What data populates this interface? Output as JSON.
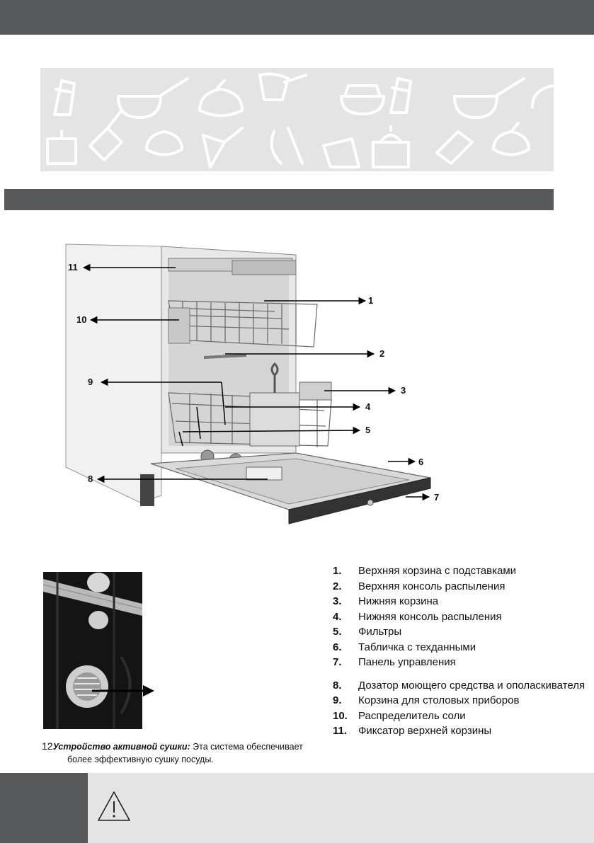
{
  "diagram": {
    "callouts": [
      "1",
      "2",
      "3",
      "4",
      "5",
      "6",
      "7",
      "8",
      "9",
      "10",
      "11"
    ]
  },
  "legend": [
    {
      "num": "1.",
      "text": "Верхняя корзина с подставками"
    },
    {
      "num": "2.",
      "text": "Верхняя консоль распыления"
    },
    {
      "num": "3.",
      "text": "Нижняя корзина"
    },
    {
      "num": "4.",
      "text": "Нижняя консоль распыления"
    },
    {
      "num": "5.",
      "text": "Фильтры"
    },
    {
      "num": "6.",
      "text": "Табличка с техданными"
    },
    {
      "num": "7.",
      "text": "Панель управления"
    },
    {
      "num": "8.",
      "text": "Дозатор моющего средства и ополаскивателя"
    },
    {
      "num": "9.",
      "text": "Корзина для столовых приборов"
    },
    {
      "num": "10.",
      "text": "Распределитель соли"
    },
    {
      "num": "11.",
      "text": "Фиксатор верхней корзины"
    }
  ],
  "caption": {
    "num": "12",
    "term": "Устройство активной сушки:",
    "text": " Эта система обеспечивает",
    "text2": "более эффективную сушку посуды."
  },
  "colors": {
    "bar": "#58595b",
    "band": "#e4e4e5"
  }
}
